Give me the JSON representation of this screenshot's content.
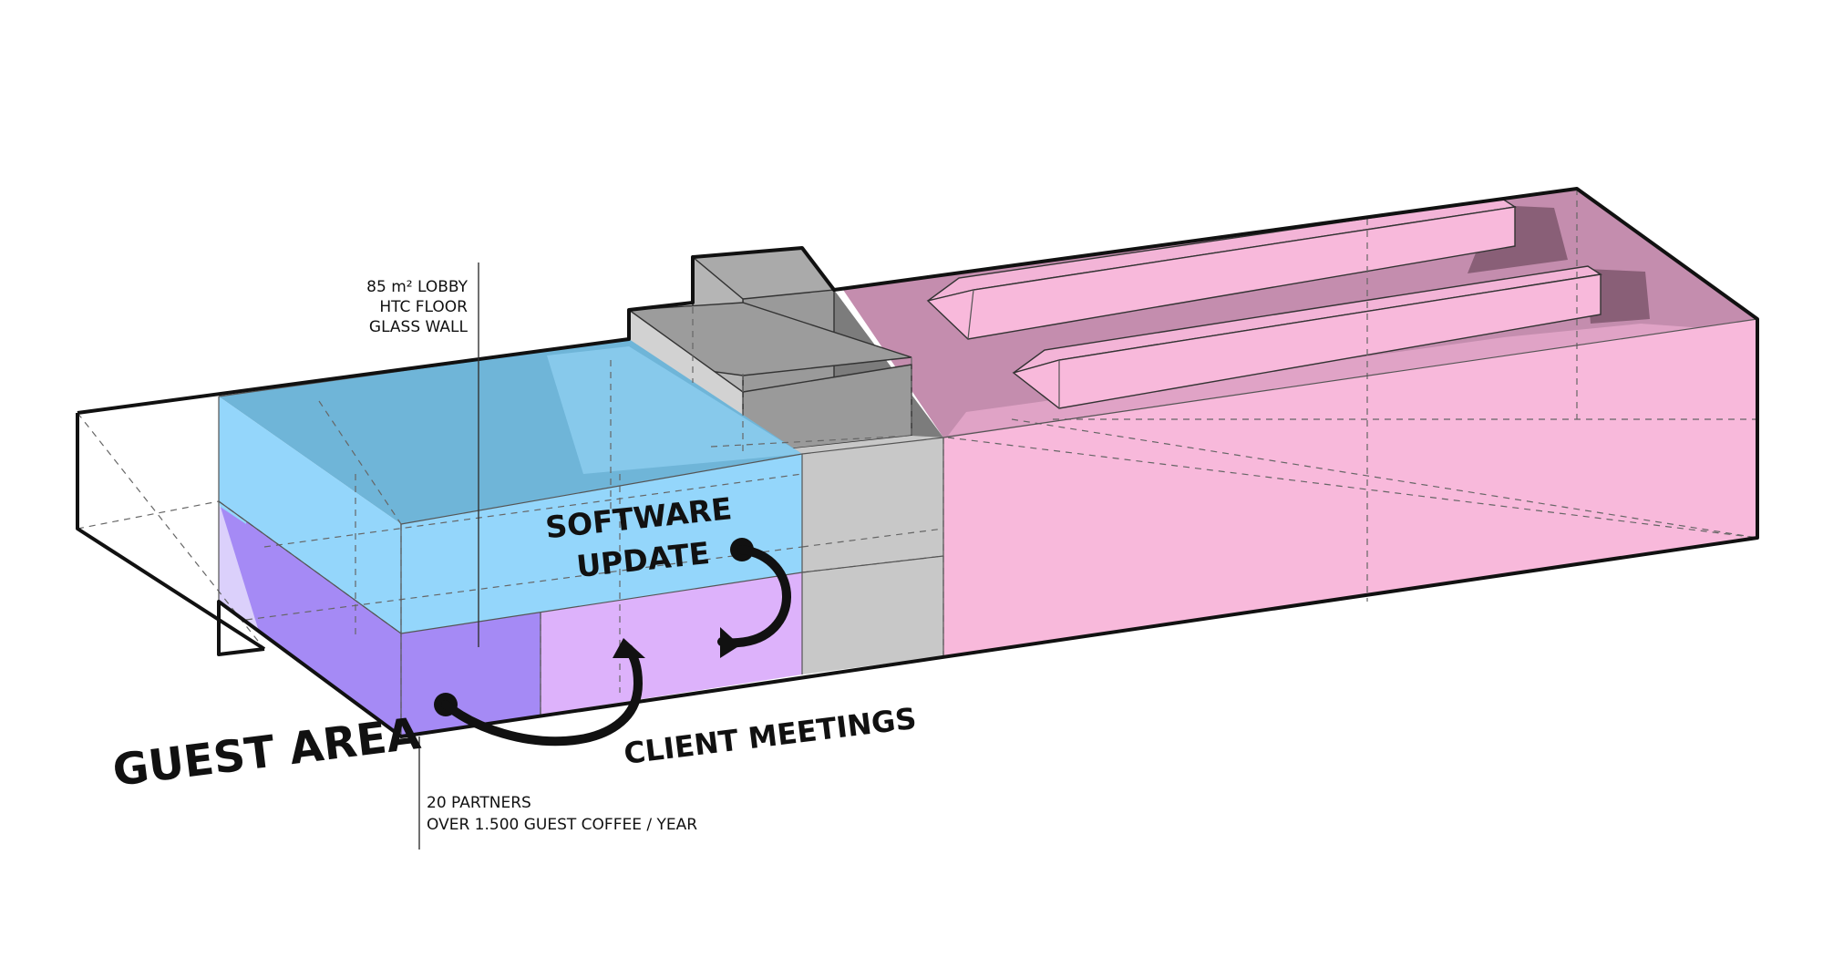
{
  "labels": {
    "lobby_line1": "85 m² LOBBY",
    "lobby_line2": "HTC FLOOR",
    "lobby_line3": "GLASS WALL",
    "software_line1": "SOFTWARE",
    "software_line2": "UPDATE",
    "guest_area": "GUEST AREA",
    "client_meetings": "CLIENT MEETINGS",
    "partners_line1": "20 PARTNERS",
    "partners_line2": "OVER 1.500 GUEST COFFEE / YEAR"
  },
  "colors": {
    "blue_zone": "#94D6FB",
    "blue_top": "#6FB5D8",
    "purple_zone": "#A58AF5",
    "lilac_zone": "#DDB2FB",
    "grey_core": "#C8C8C8",
    "grey_roof": "#999999",
    "pink_zone": "#F8B9DB",
    "pink_roof": "#C48DAE",
    "outline": "#111111"
  }
}
